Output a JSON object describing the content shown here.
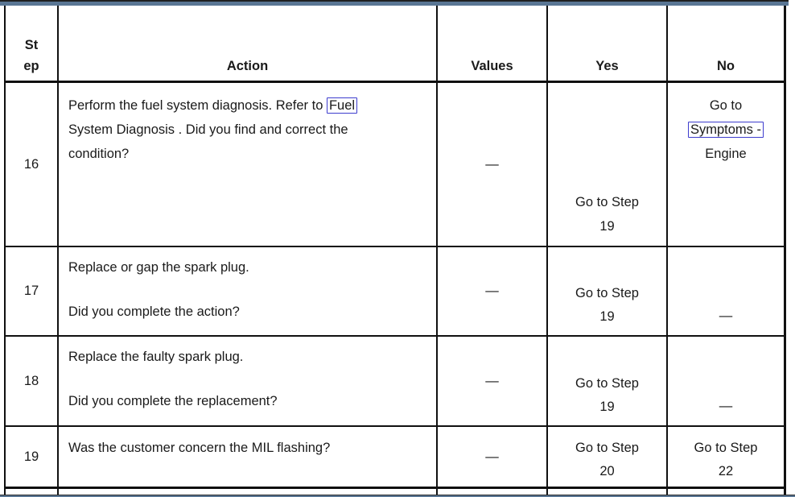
{
  "window": {
    "top_bar_color": "#5a7694",
    "bottom_bar_color": "#5a7694",
    "table_border_color": "#101010",
    "link_box_color": "#3d3ccd"
  },
  "table": {
    "header": {
      "step_line1": "St",
      "step_line2": "ep",
      "action": "Action",
      "values": "Values",
      "yes": "Yes",
      "no": "No"
    },
    "rows": [
      {
        "step": "16",
        "action_line1_pre": "Perform the fuel system diagnosis. Refer to ",
        "action_line1_link": "Fuel",
        "action_line2": "System Diagnosis . Did you find and correct the",
        "action_line3": "condition?",
        "values": "—",
        "yes_line1": "Go to Step",
        "yes_line2": "19",
        "no_line1": "Go to",
        "no_link": "Symptoms -",
        "no_line3": "Engine"
      },
      {
        "step": "17",
        "action_line1": "Replace or gap the spark plug.",
        "action_line2": "Did you complete the action?",
        "values": "—",
        "yes_line1": "Go to Step",
        "yes_line2": "19",
        "no": "—"
      },
      {
        "step": "18",
        "action_line1": "Replace the faulty spark plug.",
        "action_line2": "Did you complete the replacement?",
        "values": "—",
        "yes_line1": "Go to Step",
        "yes_line2": "19",
        "no": "—"
      },
      {
        "step": "19",
        "action_line1": "Was the customer concern the MIL flashing?",
        "values": "—",
        "yes_line1": "Go to Step",
        "yes_line2": "20",
        "no_line1": "Go to Step",
        "no_line2": "22"
      }
    ]
  }
}
